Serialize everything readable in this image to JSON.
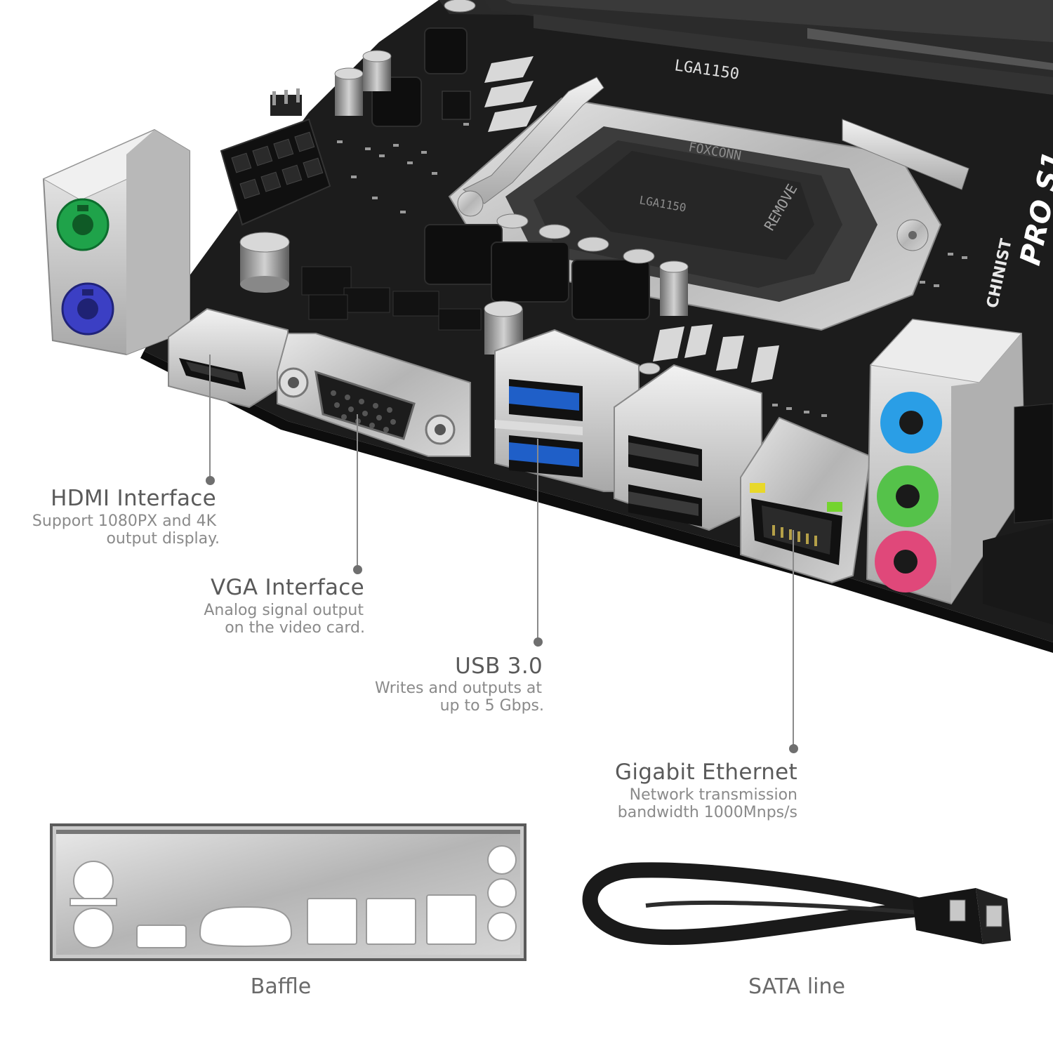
{
  "board": {
    "socket_silk": "LGA1150",
    "socket_cover_brand": "FOXCONN",
    "socket_cover_model": "LGA1150",
    "socket_cover_action": "REMOVE",
    "brand_silk": "CHINIST",
    "model_silk": "PRO S1"
  },
  "callouts": [
    {
      "title": "HDMI Interface",
      "desc_1": "Support 1080PX and 4K",
      "desc_2": "output display."
    },
    {
      "title": "VGA Interface",
      "desc_1": "Analog signal output",
      "desc_2": "on the video card."
    },
    {
      "title": "USB 3.0",
      "desc_1": "Writes and outputs at",
      "desc_2": "up to 5 Gbps."
    },
    {
      "title": "Gigabit Ethernet",
      "desc_1": "Network transmission",
      "desc_2": "bandwidth 1000Mnps/s"
    }
  ],
  "accessories": {
    "baffle_label": "Baffle",
    "sata_label": "SATA line"
  },
  "colors": {
    "pcb": "#1b1b1b",
    "metal": "#c9c9c9",
    "usb3_blue": "#1f5fc8",
    "ps2_green": "#1fa34a",
    "ps2_purple": "#3b3fc4",
    "audio_blue": "#2a9ee6",
    "audio_green": "#55c24a",
    "audio_pink": "#e0487a"
  }
}
